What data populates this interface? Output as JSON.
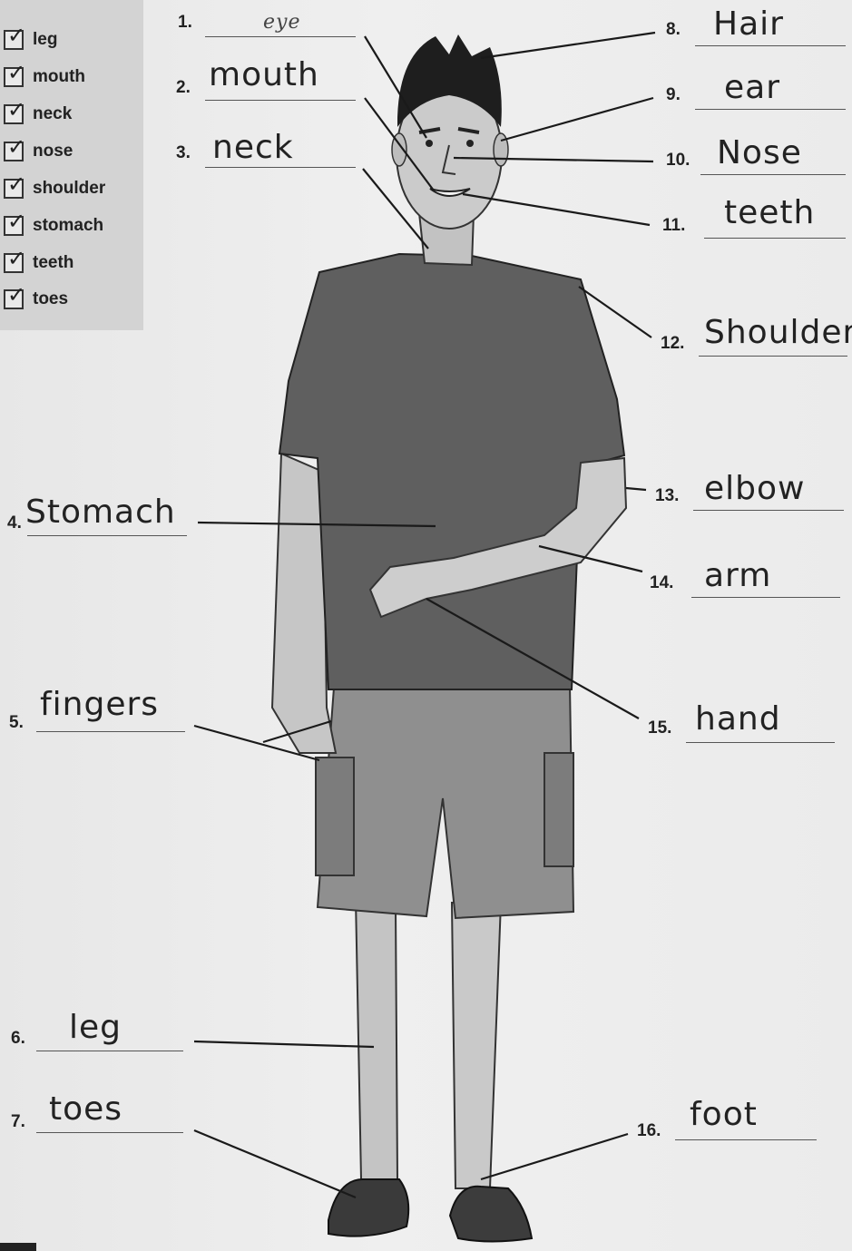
{
  "word_box": {
    "items": [
      {
        "checked": true,
        "word": "leg"
      },
      {
        "checked": true,
        "word": "mouth"
      },
      {
        "checked": true,
        "word": "neck"
      },
      {
        "checked": true,
        "word": "nose"
      },
      {
        "checked": true,
        "word": "shoulder"
      },
      {
        "checked": true,
        "word": "stomach"
      },
      {
        "checked": true,
        "word": "teeth"
      },
      {
        "checked": true,
        "word": "toes"
      }
    ],
    "check_mark": "✓"
  },
  "labels": [
    {
      "number": "1.",
      "answer": "eye"
    },
    {
      "number": "2.",
      "answer": "mouth"
    },
    {
      "number": "3.",
      "answer": "neck"
    },
    {
      "number": "4.",
      "answer": "Stomach"
    },
    {
      "number": "5.",
      "answer": "fingers"
    },
    {
      "number": "6.",
      "answer": "leg"
    },
    {
      "number": "7.",
      "answer": "toes"
    },
    {
      "number": "8.",
      "answer": "Hair"
    },
    {
      "number": "9.",
      "answer": "ear"
    },
    {
      "number": "10.",
      "answer": "Nose"
    },
    {
      "number": "11.",
      "answer": "teeth"
    },
    {
      "number": "12.",
      "answer": "Shoulder"
    },
    {
      "number": "13.",
      "answer": "elbow"
    },
    {
      "number": "14.",
      "answer": "arm"
    },
    {
      "number": "15.",
      "answer": "hand"
    },
    {
      "number": "16.",
      "answer": "foot"
    }
  ],
  "colors": {
    "box_background": "#d3d3d3",
    "shirt": "#5e5e5e",
    "shorts": "#8d8d8d",
    "skin": "#c9c9c9",
    "hair": "#1e1e1e"
  }
}
